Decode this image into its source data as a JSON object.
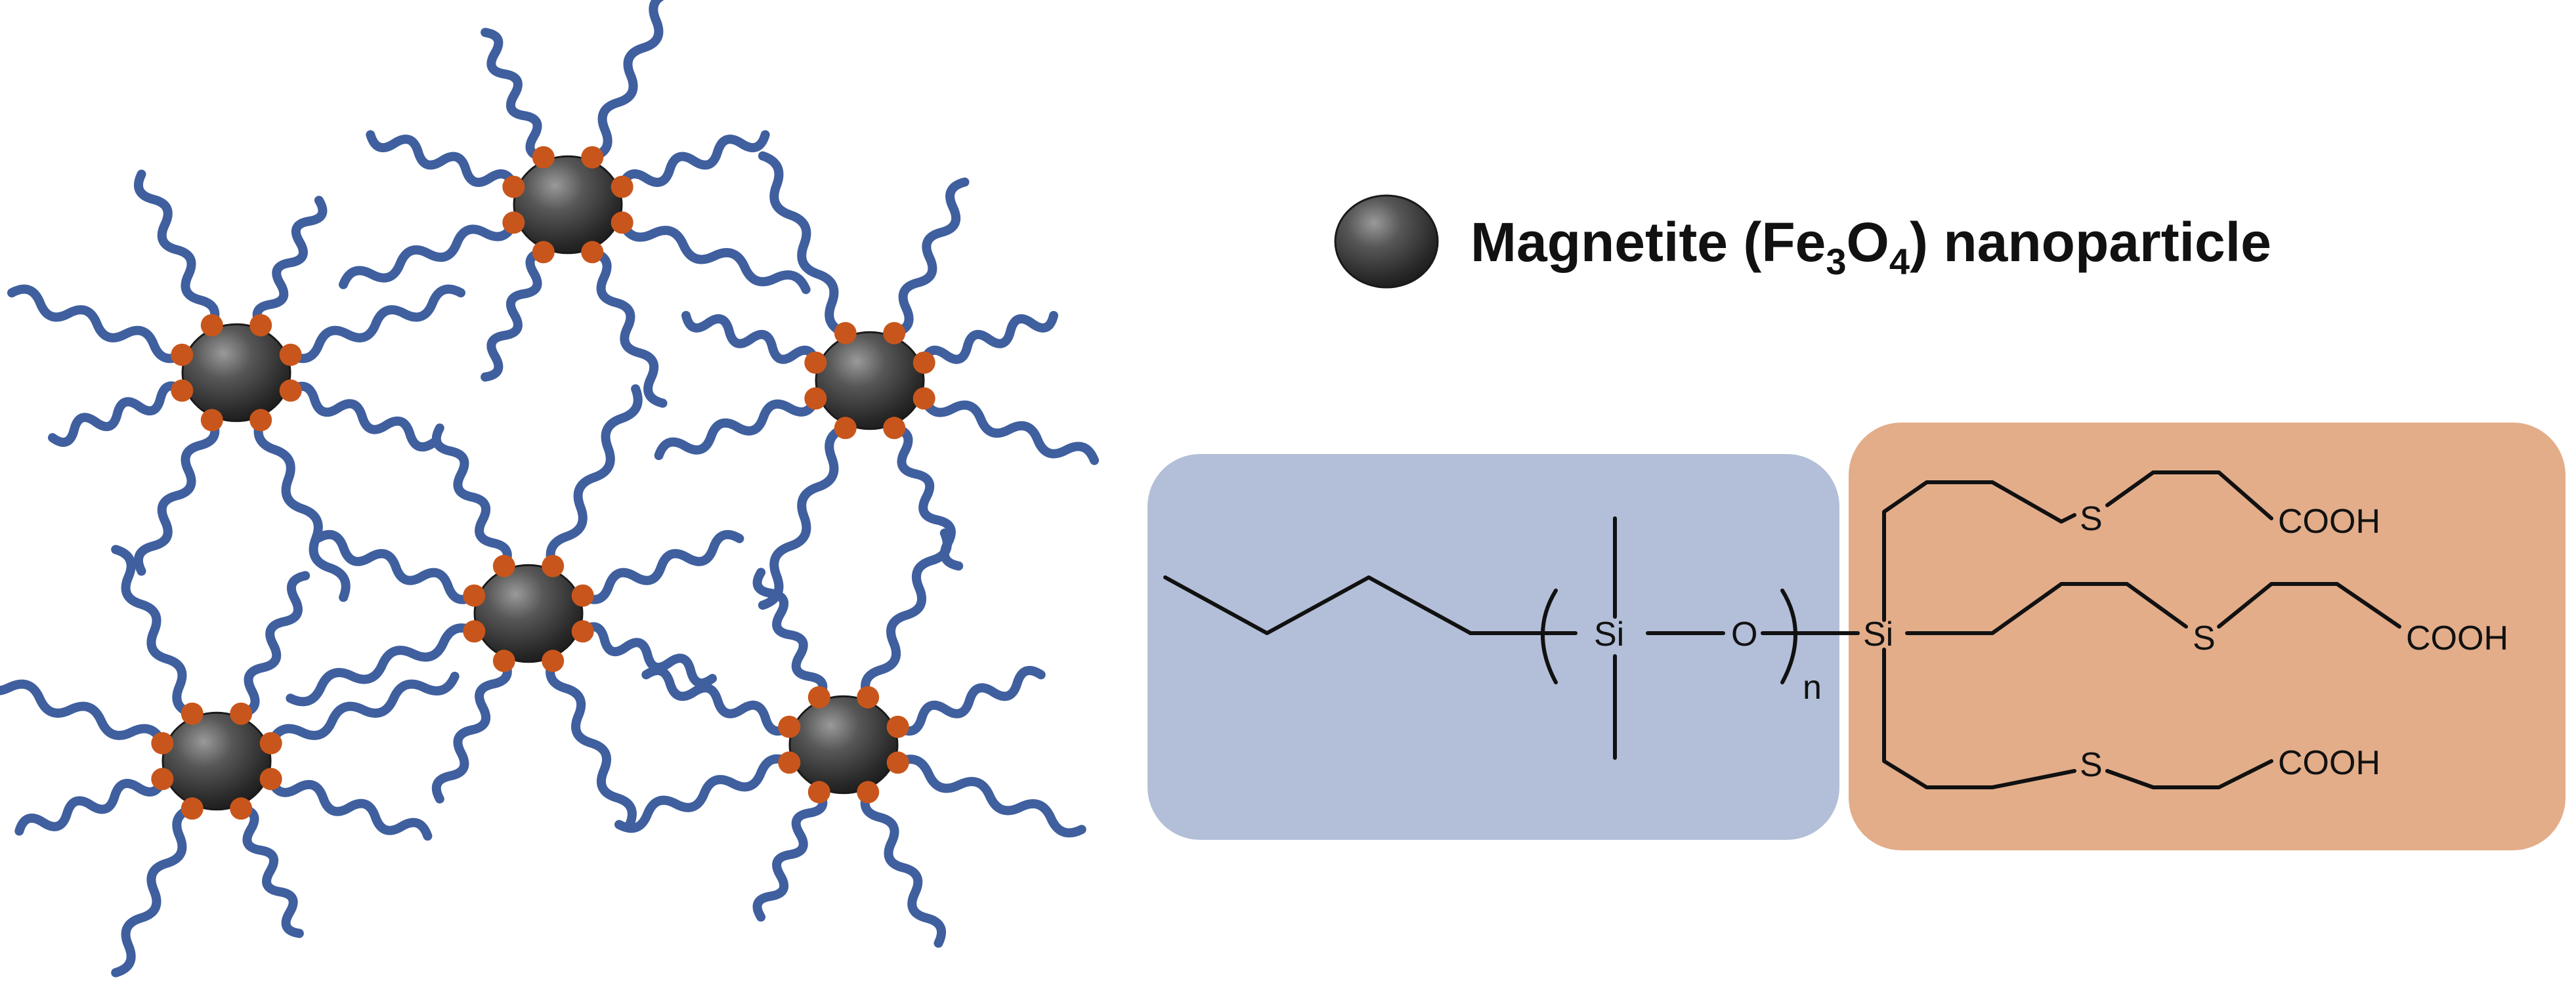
{
  "legend": {
    "label_prefix": "Magnetite (Fe",
    "sub_3": "3",
    "label_mid": "O",
    "sub_4": "4",
    "label_suffix": ") nanoparticle",
    "icon": "dark-sphere"
  },
  "structure": {
    "si_center": "Si",
    "si_repeat": "Si",
    "oxygen": "O",
    "repeat_subscript": "n",
    "sulfur": "S",
    "acid_groups": [
      "COOH",
      "COOH",
      "COOH"
    ]
  },
  "colors": {
    "chain": "#3f5f9e",
    "anchor": "#c8561c",
    "siloxane_box": "#b3bfd8",
    "acid_box": "#e3ad8a",
    "particle": "#3c3c3c"
  },
  "network": {
    "nanoparticle_count": 6
  }
}
